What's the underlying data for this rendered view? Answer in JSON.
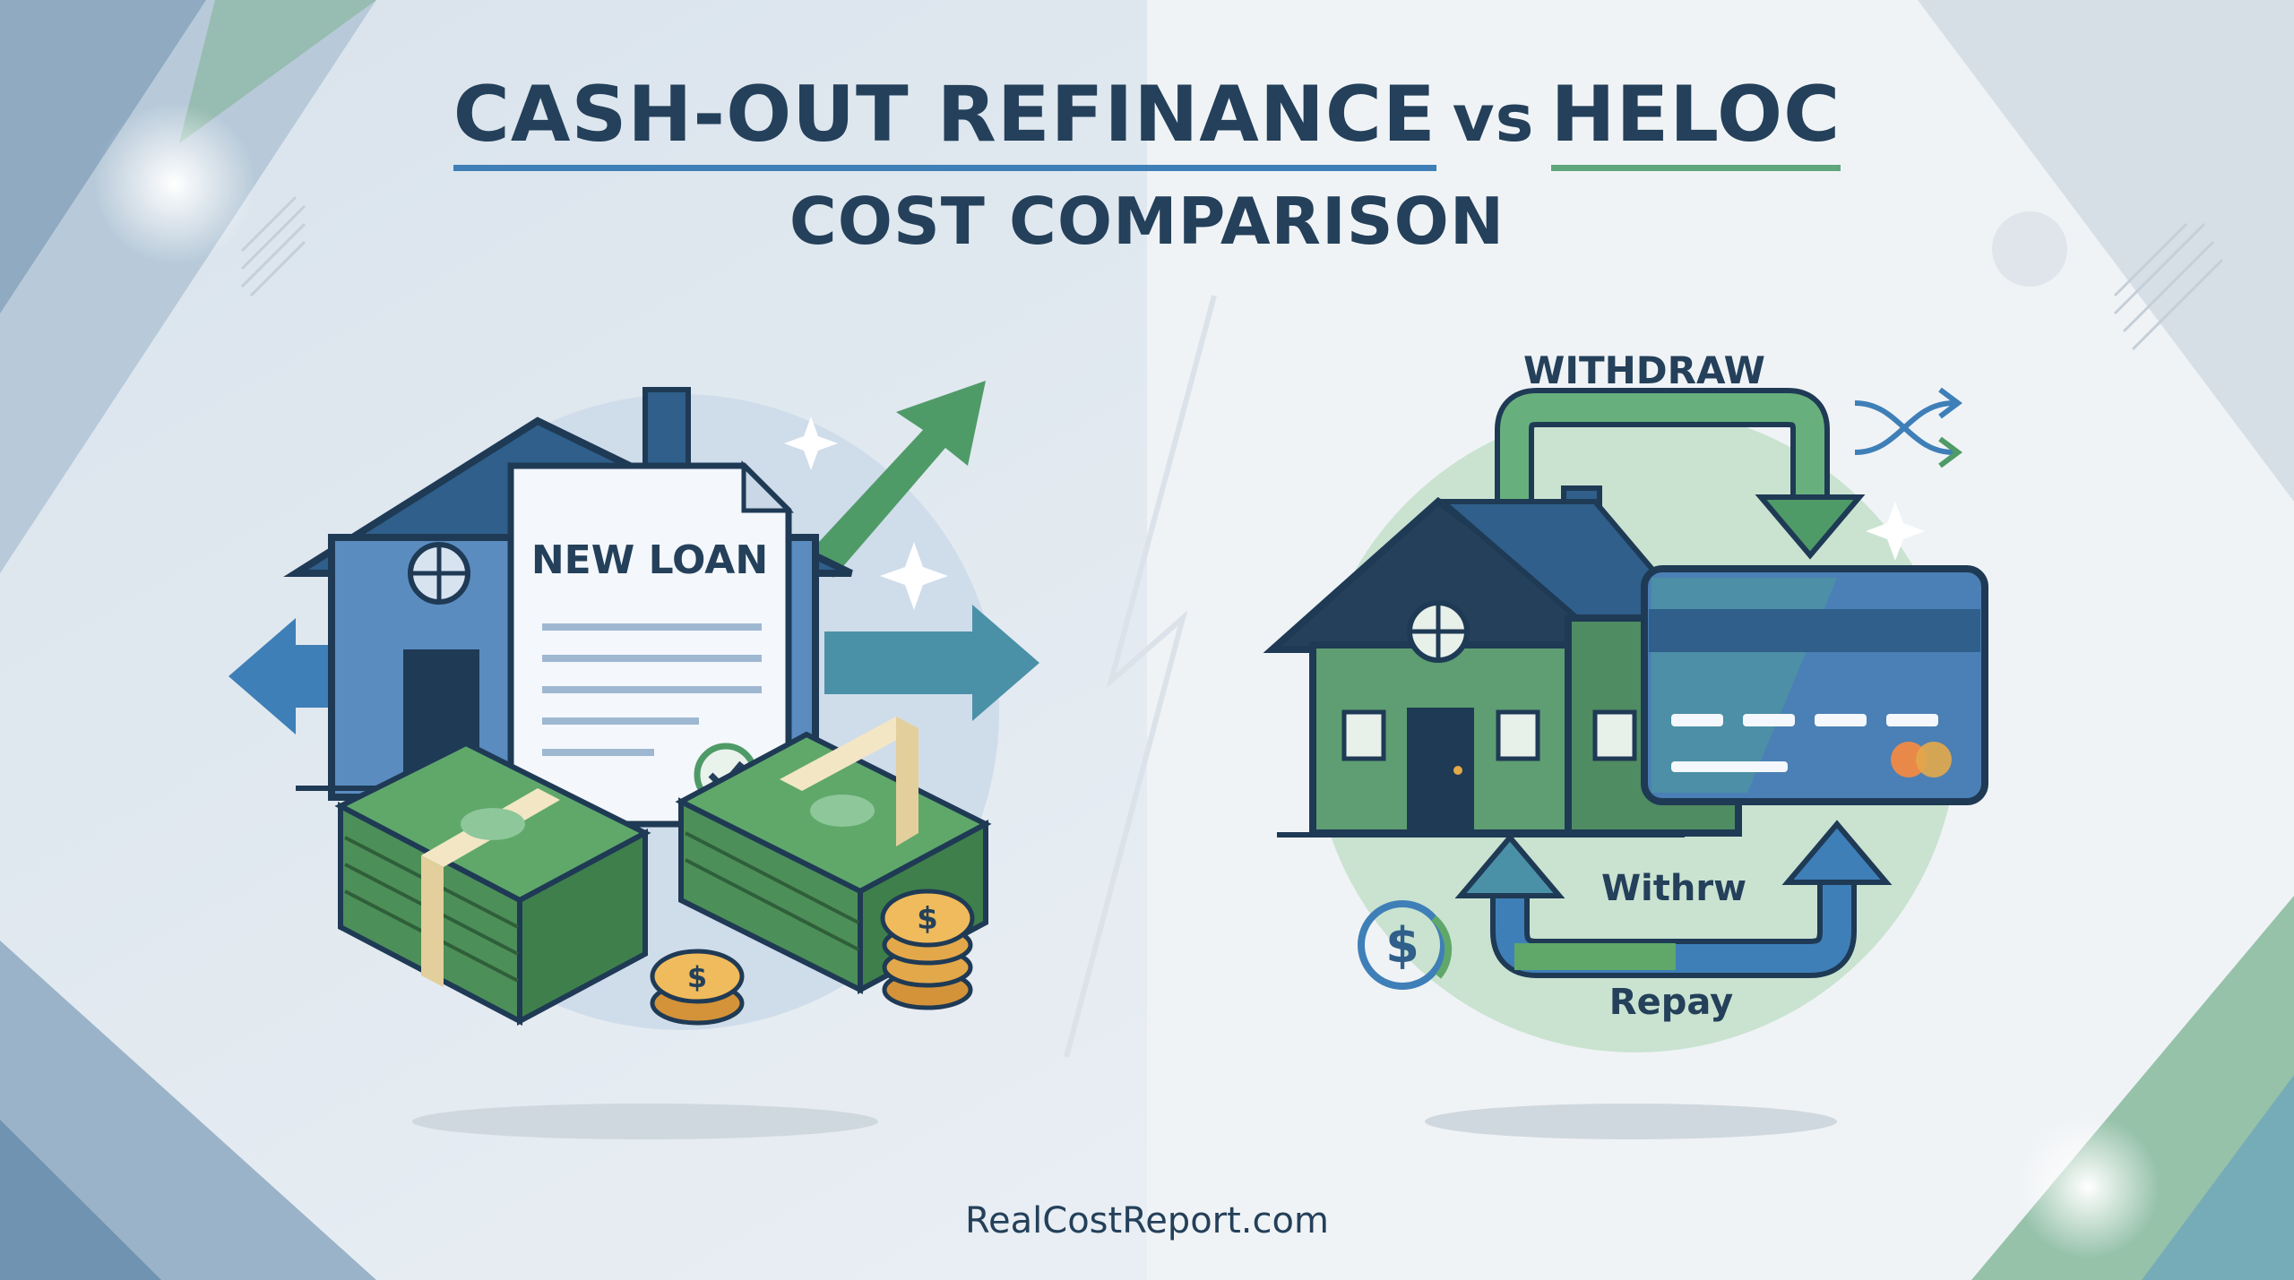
{
  "title": {
    "part1": "CASH-OUT REFINANCE",
    "vs": "vs",
    "part2": "HELOC",
    "subtitle": "COST COMPARISON"
  },
  "left": {
    "document_label": "NEW LOAN"
  },
  "right": {
    "top_label": "WITHDRAW",
    "middle_label": "Withrw",
    "bottom_label": "Repay"
  },
  "footer": "RealCostReport.com",
  "colors": {
    "navy": "#24405a",
    "blue": "#3f7fb8",
    "green": "#5ea77a",
    "cash": "#5fa86a",
    "coin": "#e3a84a"
  }
}
